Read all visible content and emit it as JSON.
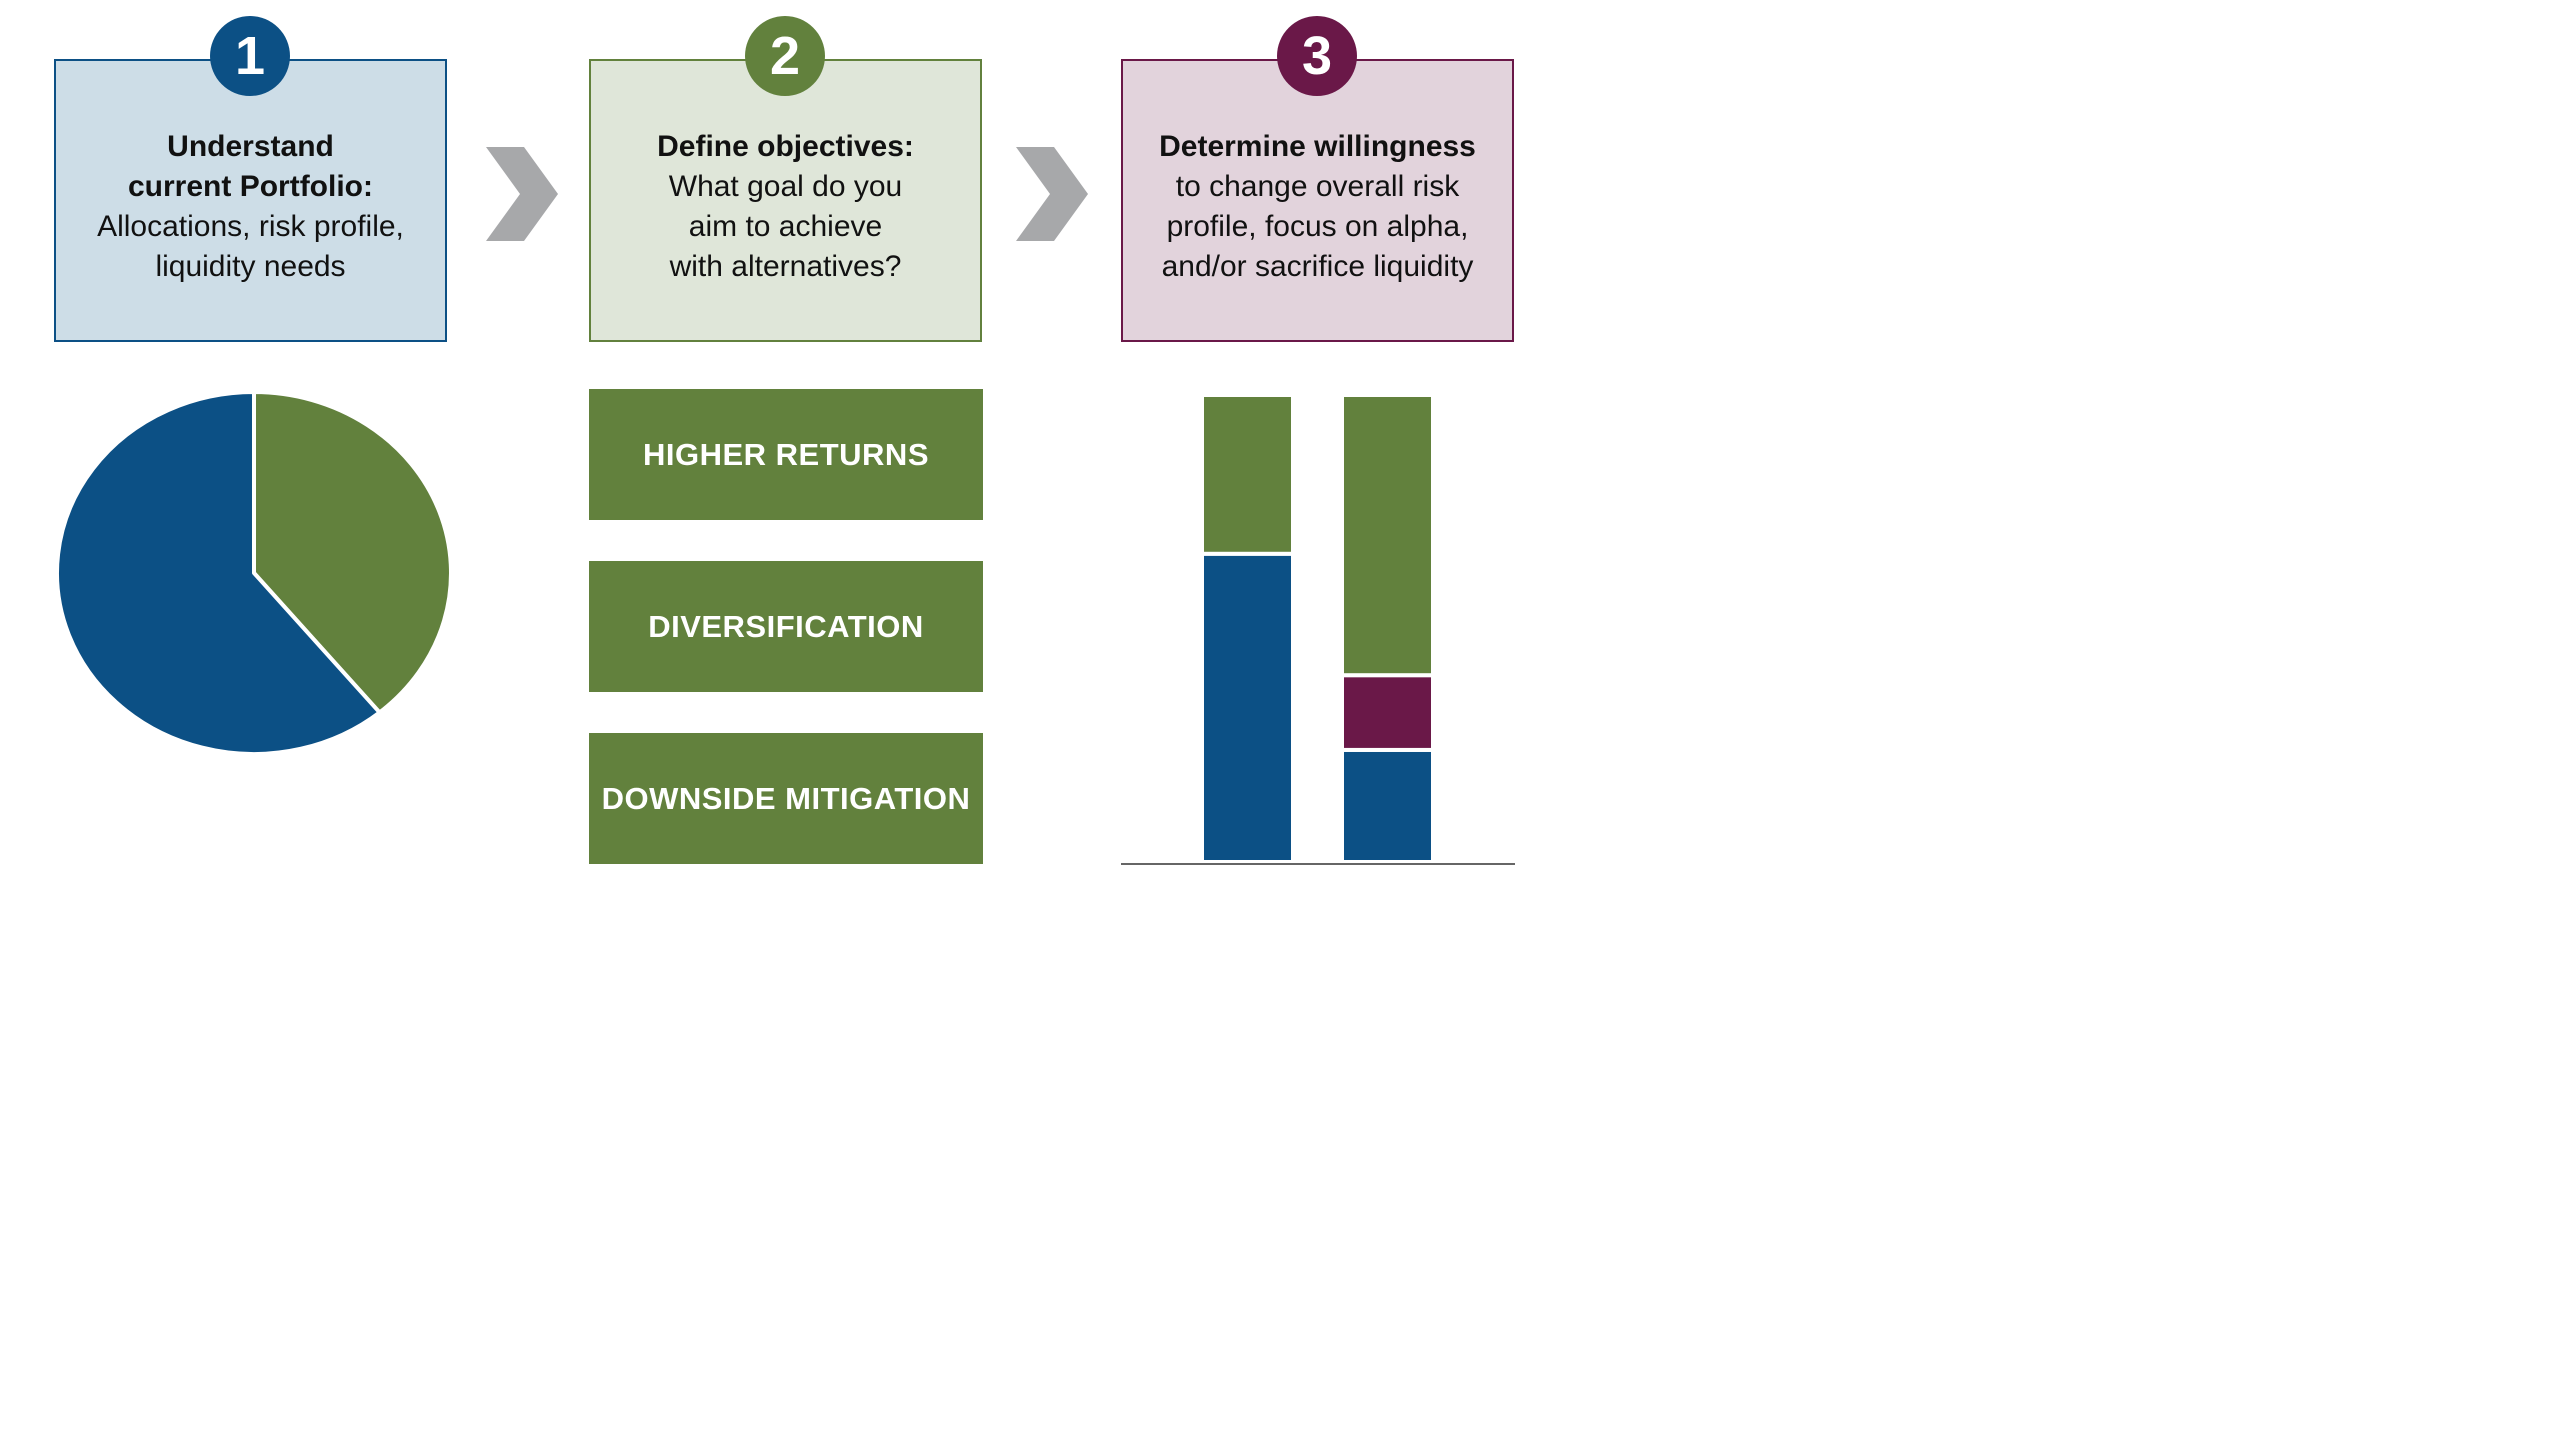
{
  "steps": [
    {
      "number": "1",
      "bold": "Understand current Portfolio:",
      "text": "Allocations, risk profile, liquidity needs",
      "color": "#0c5085"
    },
    {
      "number": "2",
      "bold": "Define objectives:",
      "text": "What goal do you aim to achieve with alternatives?",
      "color": "#62813d"
    },
    {
      "number": "3",
      "bold": "Determine willingness",
      "text": "to change overall risk profile, focus on alpha, and/or sacrifice liquidity",
      "color": "#6a1848"
    }
  ],
  "objectives": [
    "HIGHER RETURNS",
    "DIVERSIFICATION",
    "DOWNSIDE MITIGATION"
  ],
  "colors": {
    "blue": "#0c5085",
    "green": "#62813d",
    "purple": "#6a1848",
    "arrow": "#a7a8aa"
  },
  "chart_data": [
    {
      "type": "pie",
      "slices": [
        {
          "label": "",
          "value": 61,
          "color": "#0c5085"
        },
        {
          "label": "",
          "value": 39,
          "color": "#62813d"
        }
      ]
    },
    {
      "type": "bar",
      "stacked": true,
      "categories": [
        "",
        ""
      ],
      "series": [
        {
          "values": [
            66,
            24
          ],
          "color": "#0c5085"
        },
        {
          "values": [
            0,
            16
          ],
          "color": "#6a1848"
        },
        {
          "values": [
            34,
            60
          ],
          "color": "#62813d"
        }
      ],
      "ylim": [
        0,
        100
      ]
    }
  ]
}
